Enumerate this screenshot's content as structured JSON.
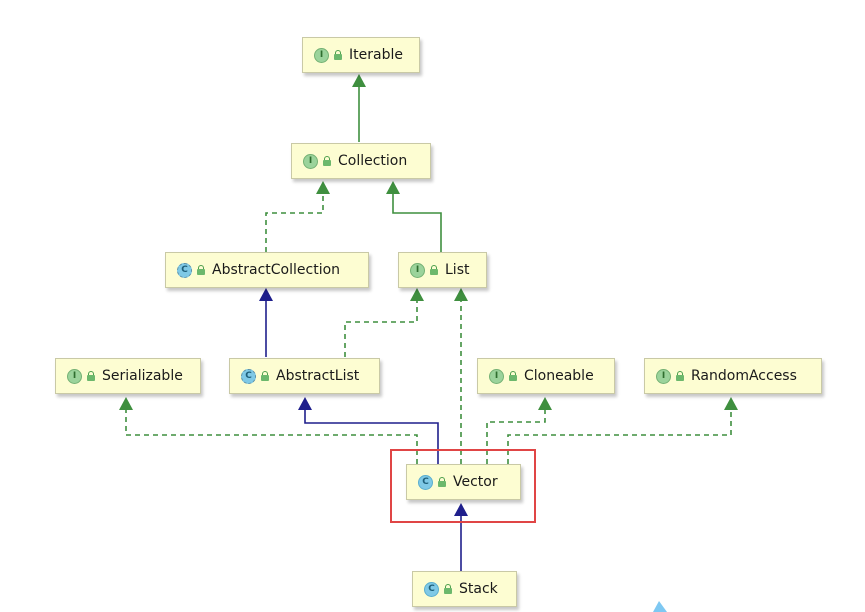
{
  "nodes": {
    "iterable": {
      "label": "Iterable",
      "kind": "interface",
      "badge": "I"
    },
    "collection": {
      "label": "Collection",
      "kind": "interface",
      "badge": "I"
    },
    "abstract_collection": {
      "label": "AbstractCollection",
      "kind": "abstract-class",
      "badge": "C"
    },
    "list": {
      "label": "List",
      "kind": "interface",
      "badge": "I"
    },
    "serializable": {
      "label": "Serializable",
      "kind": "interface",
      "badge": "I"
    },
    "abstract_list": {
      "label": "AbstractList",
      "kind": "abstract-class",
      "badge": "C"
    },
    "cloneable": {
      "label": "Cloneable",
      "kind": "interface",
      "badge": "I"
    },
    "random_access": {
      "label": "RandomAccess",
      "kind": "interface",
      "badge": "I"
    },
    "vector": {
      "label": "Vector",
      "kind": "class",
      "badge": "C",
      "highlighted": true
    },
    "stack": {
      "label": "Stack",
      "kind": "class",
      "badge": "C"
    }
  },
  "edges": [
    {
      "from": "collection",
      "to": "iterable",
      "type": "extends-interface"
    },
    {
      "from": "abstract_collection",
      "to": "collection",
      "type": "implements"
    },
    {
      "from": "list",
      "to": "collection",
      "type": "extends-interface"
    },
    {
      "from": "abstract_list",
      "to": "abstract_collection",
      "type": "extends-class"
    },
    {
      "from": "abstract_list",
      "to": "list",
      "type": "implements"
    },
    {
      "from": "vector",
      "to": "serializable",
      "type": "implements"
    },
    {
      "from": "vector",
      "to": "abstract_list",
      "type": "extends-class"
    },
    {
      "from": "vector",
      "to": "list",
      "type": "implements"
    },
    {
      "from": "vector",
      "to": "cloneable",
      "type": "implements"
    },
    {
      "from": "vector",
      "to": "random_access",
      "type": "implements"
    },
    {
      "from": "stack",
      "to": "vector",
      "type": "extends-class"
    }
  ],
  "colors": {
    "node_fill": "#fdfdd2",
    "interface_edge": "#3f8f3f",
    "implements_edge": "#3f8f3f",
    "class_edge": "#1f1f8c",
    "highlight": "#e04545",
    "interface_badge": "#9bd39b",
    "class_badge": "#7fc9e6"
  },
  "legend_icons": {
    "interface": "interface-icon",
    "class": "class-icon",
    "abstract-class": "abstract-class-icon",
    "visibility": "public-lock-icon"
  }
}
